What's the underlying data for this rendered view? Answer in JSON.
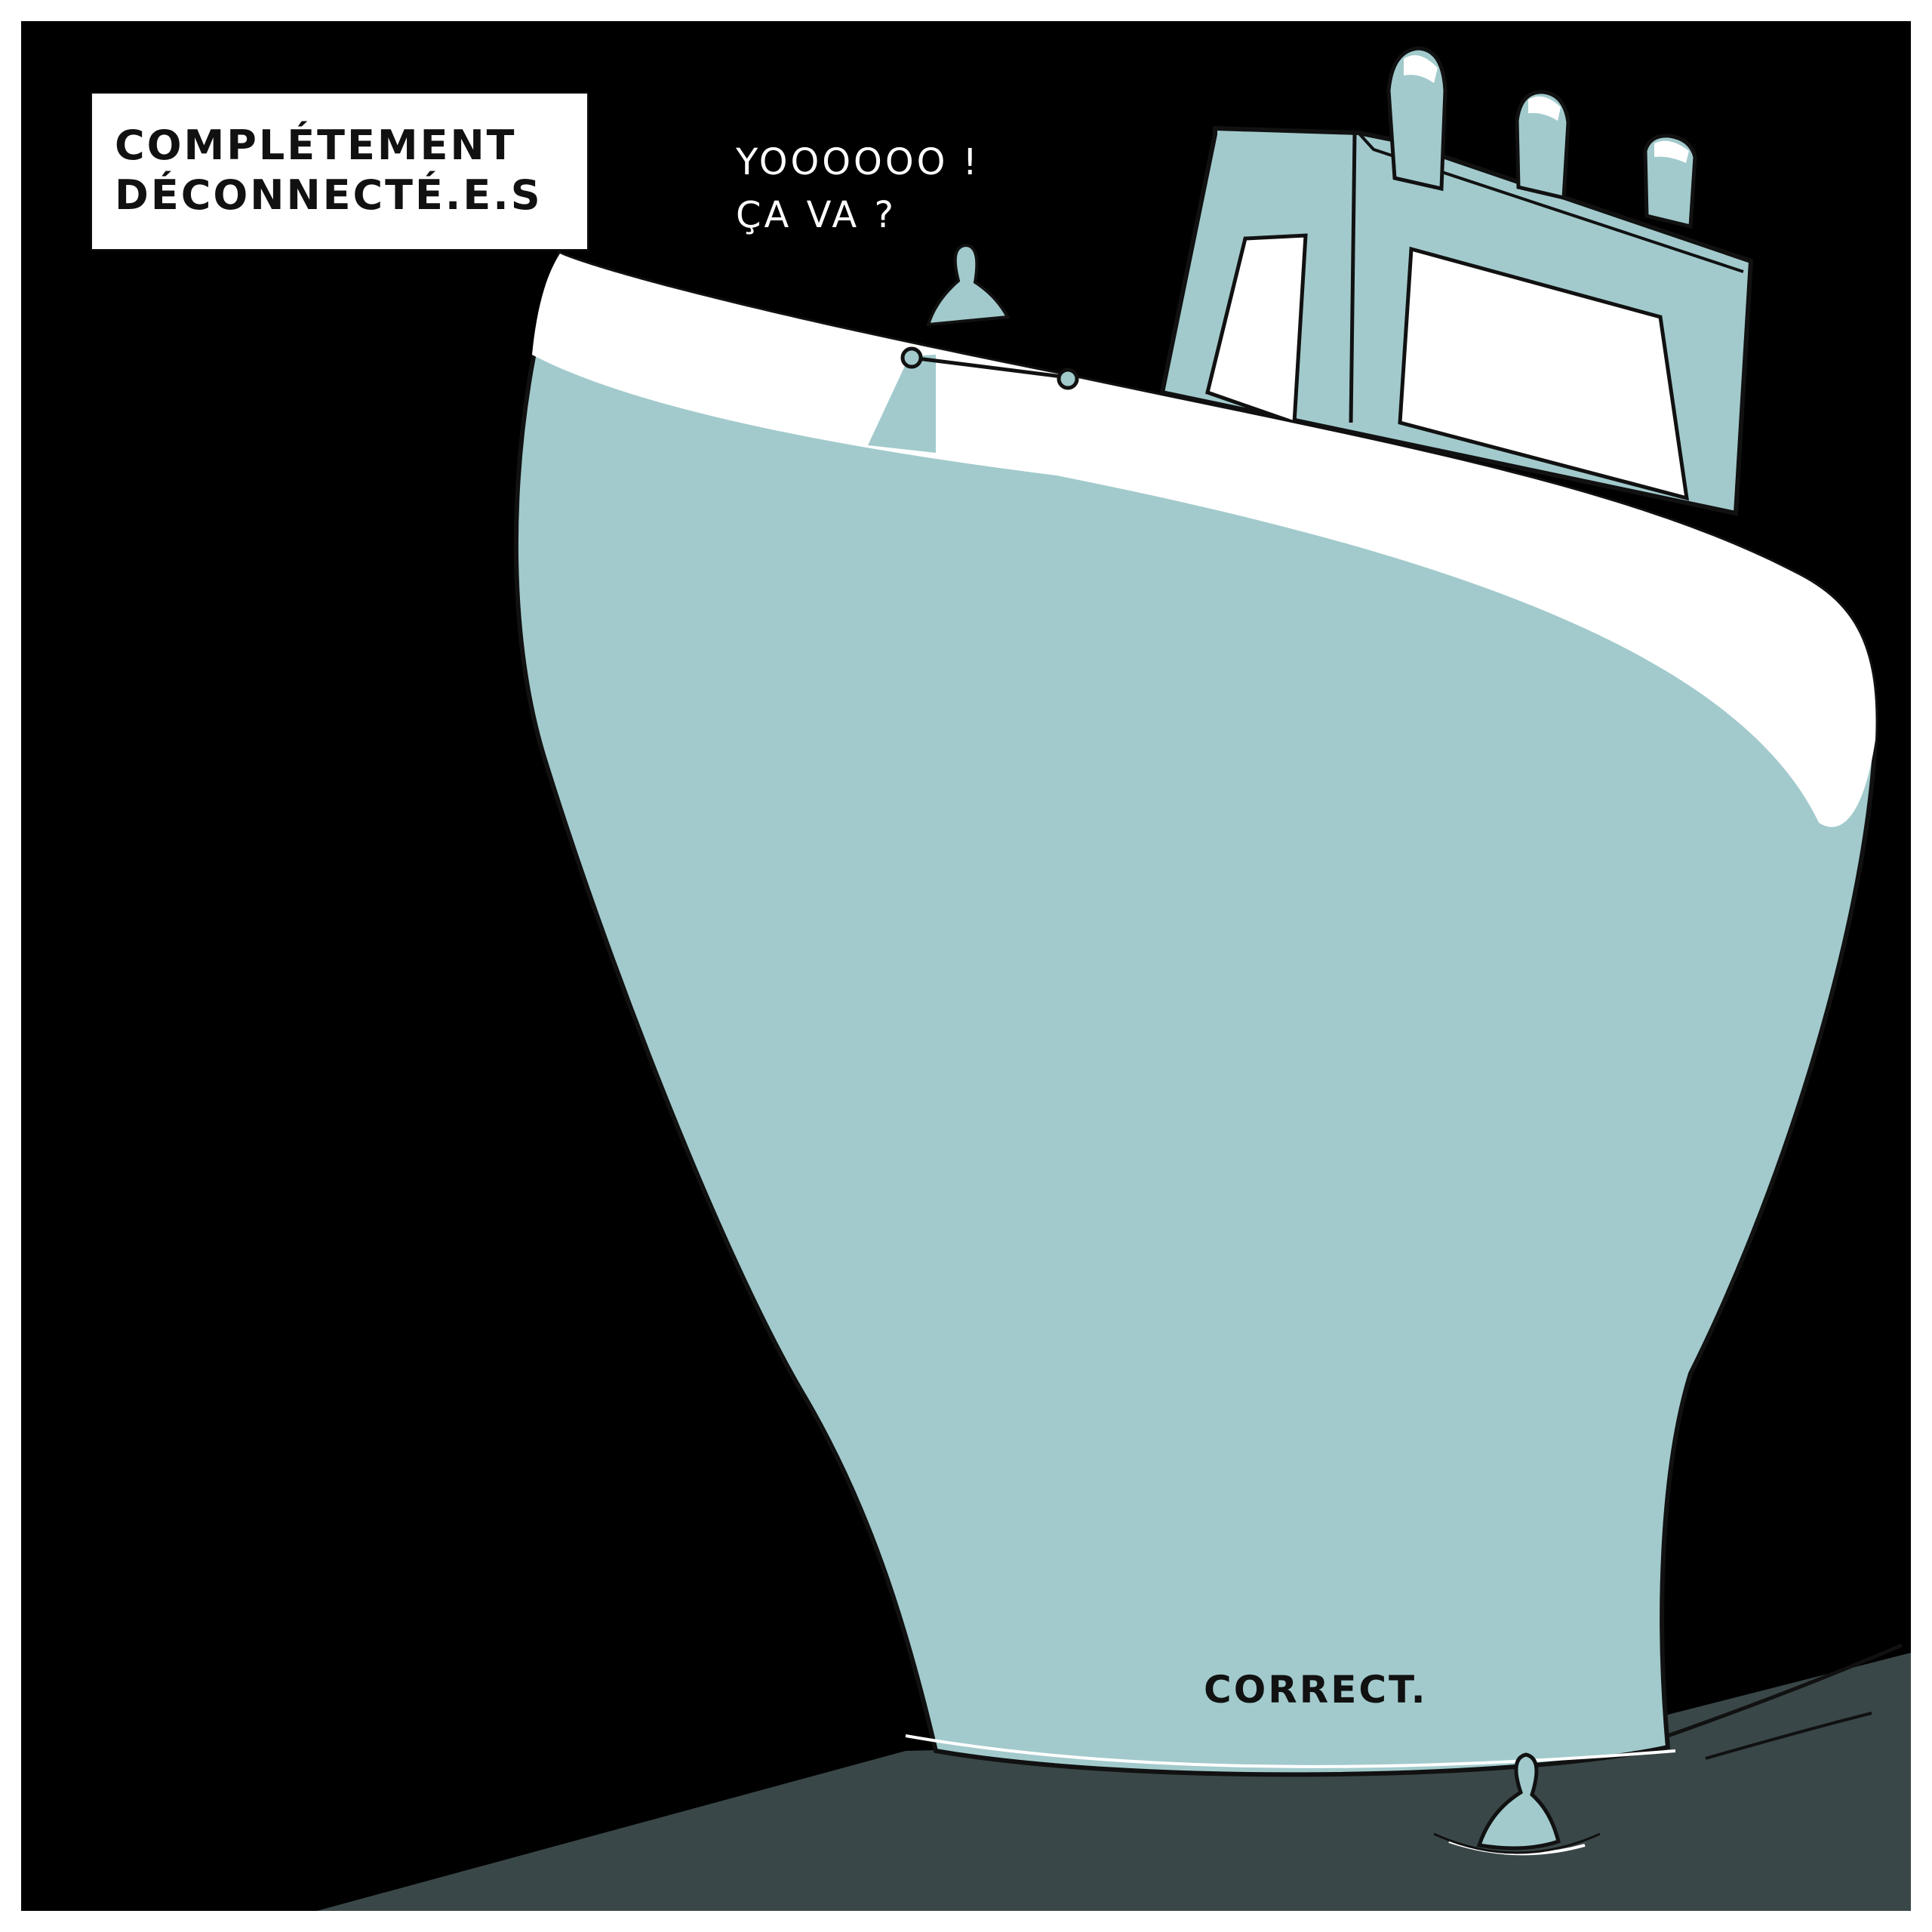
{
  "caption": {
    "line1": "COMPLÉTEMENT",
    "line2": "DÉCONNECTÉ.E.S"
  },
  "speech": {
    "line1": "YOOOOOO !",
    "line2": "ÇA VA ?"
  },
  "reply": "CORRECT.",
  "colors": {
    "sky": "#000000",
    "ship": "#a2cacc",
    "stripe": "#ffffff",
    "water": "#3a4748",
    "outline": "#111111"
  }
}
